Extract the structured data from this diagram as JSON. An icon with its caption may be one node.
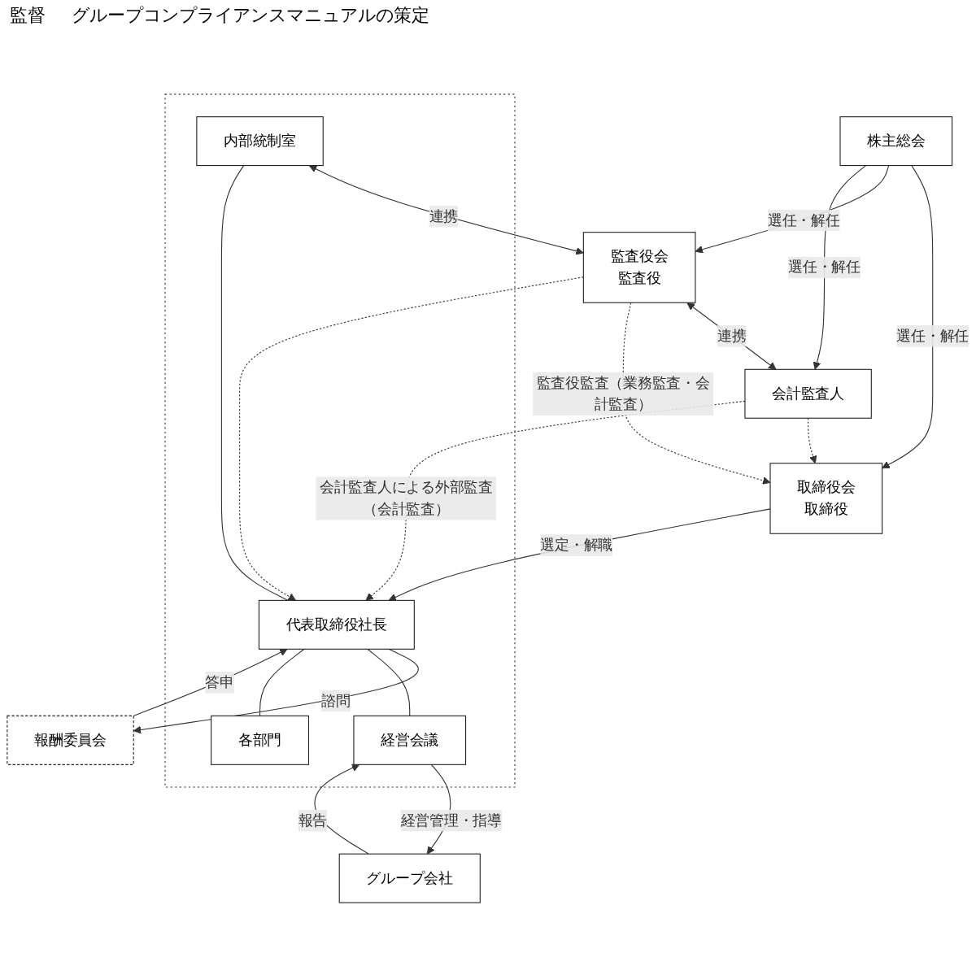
{
  "diagram": {
    "nodes": [
      {
        "text": [
          "株主総会"
        ]
      },
      {
        "text": [
          "取締役会",
          "取締役"
        ]
      },
      {
        "text": [
          "監査役会",
          "監査役"
        ]
      },
      {
        "text": [
          "会計監査人"
        ]
      },
      {
        "text": [],
        "shape": "box"
      },
      {
        "text": [
          "内部統制室"
        ],
        "in": 4
      },
      {
        "text": [
          "代表取締役社長"
        ],
        "in": 4
      },
      {
        "text": [
          "経営会議"
        ],
        "in": 4
      },
      {
        "text": [
          "各部門"
        ],
        "in": 4
      },
      {
        "text": [
          "報酬委員会"
        ]
      },
      {
        "text": [
          "グループ会社"
        ]
      }
    ],
    "edges": [
      {
        "from": 0,
        "to": 1,
        "arrow": "to",
        "label": "選任・解任"
      },
      {
        "from": 0,
        "to": 2,
        "arrow": "to",
        "label": "選任・解任"
      },
      {
        "from": 0,
        "to": 3,
        "arrow": "to",
        "label": "選任・解任"
      },
      {
        "from": 2,
        "to": 3,
        "arrow": "both",
        "label": "連携"
      },
      {
        "from": 2,
        "to": 1,
        "arrow": "to",
        "style": "dashed",
        "label": "監査役監査（業務監査・会計監査）"
      },
      {
        "from": 2,
        "to": 6,
        "arrow": "to",
        "style": "dashed"
      },
      {
        "from": 3,
        "to": 1,
        "arrow": "to",
        "style": "dashed"
      },
      {
        "from": 3,
        "to": 6,
        "arrow": "to",
        "style": "dashed",
        "label": "会計監査人による外部監査（会計監査）"
      },
      {
        "from": 1,
        "to": 6,
        "arrow": "to",
        "label": "選定・解職"
      },
      {
        "from": 5,
        "to": 2,
        "arrow": "both",
        "label": "連携"
      },
      {
        "from": 5,
        "to": 6,
        "arrow": "none"
      },
      {
        "from": 6,
        "to": 9,
        "arrow": "to",
        "label": "諮問"
      },
      {
        "from": 9,
        "to": 6,
        "arrow": "to",
        "label": "答申"
      },
      {
        "from": 6,
        "to": 7,
        "arrow": "none"
      },
      {
        "from": 6,
        "to": 8,
        "arrow": "none"
      },
      {
        "from": 10,
        "to": 7,
        "arrow": "to",
        "label": "報告"
      },
      {
        "from": 7,
        "to": 10,
        "arrow": "to",
        "label": "経営管理・指導"
      }
    ],
    "labels": [
      "監督",
      "グループコンプライアンスマニュアルの策定"
    ]
  }
}
